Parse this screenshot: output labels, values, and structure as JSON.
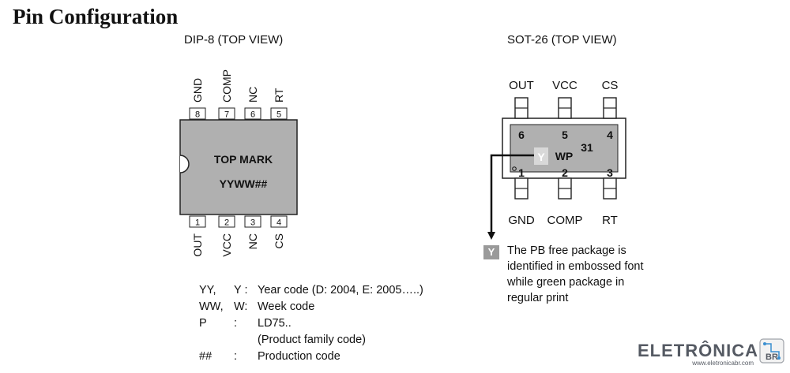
{
  "title": "Pin Configuration",
  "dip8": {
    "view_label": "DIP-8 (TOP VIEW)",
    "top_pins": [
      {
        "number": "8",
        "name": "GND"
      },
      {
        "number": "7",
        "name": "COMP"
      },
      {
        "number": "6",
        "name": "NC"
      },
      {
        "number": "5",
        "name": "RT"
      }
    ],
    "bottom_pins": [
      {
        "number": "1",
        "name": "OUT"
      },
      {
        "number": "2",
        "name": "VCC"
      },
      {
        "number": "3",
        "name": "NC"
      },
      {
        "number": "4",
        "name": "CS"
      }
    ],
    "marking_line1": "TOP MARK",
    "marking_line2": "YYWW##"
  },
  "sot26": {
    "view_label": "SOT-26 (TOP VIEW)",
    "top_pins": [
      {
        "number": "6",
        "name": "OUT"
      },
      {
        "number": "5",
        "name": "VCC"
      },
      {
        "number": "4",
        "name": "CS"
      }
    ],
    "bottom_pins": [
      {
        "number": "1",
        "name": "GND"
      },
      {
        "number": "2",
        "name": "COMP"
      },
      {
        "number": "3",
        "name": "RT"
      }
    ],
    "marking_y": "Y",
    "marking_wp": "WP",
    "marking_31": "31",
    "y_note_badge": "Y",
    "y_note_lines": [
      "The PB free package is",
      "identified in embossed font",
      "while green package in",
      "regular print"
    ]
  },
  "legend": [
    {
      "code": "YY,",
      "short": "Y :",
      "desc": "Year code (D: 2004, E: 2005…..)"
    },
    {
      "code": "WW,",
      "short": "W:",
      "desc": "Week code"
    },
    {
      "code": "P",
      "short": ":",
      "desc": "LD75.."
    },
    {
      "code": "",
      "short": "",
      "desc": "(Product family code)"
    },
    {
      "code": "##",
      "short": ":",
      "desc": "Production code"
    }
  ],
  "brand": {
    "name": "ELETRÔNICA",
    "mark": "BR",
    "url": "www.eletronicabr.com"
  }
}
